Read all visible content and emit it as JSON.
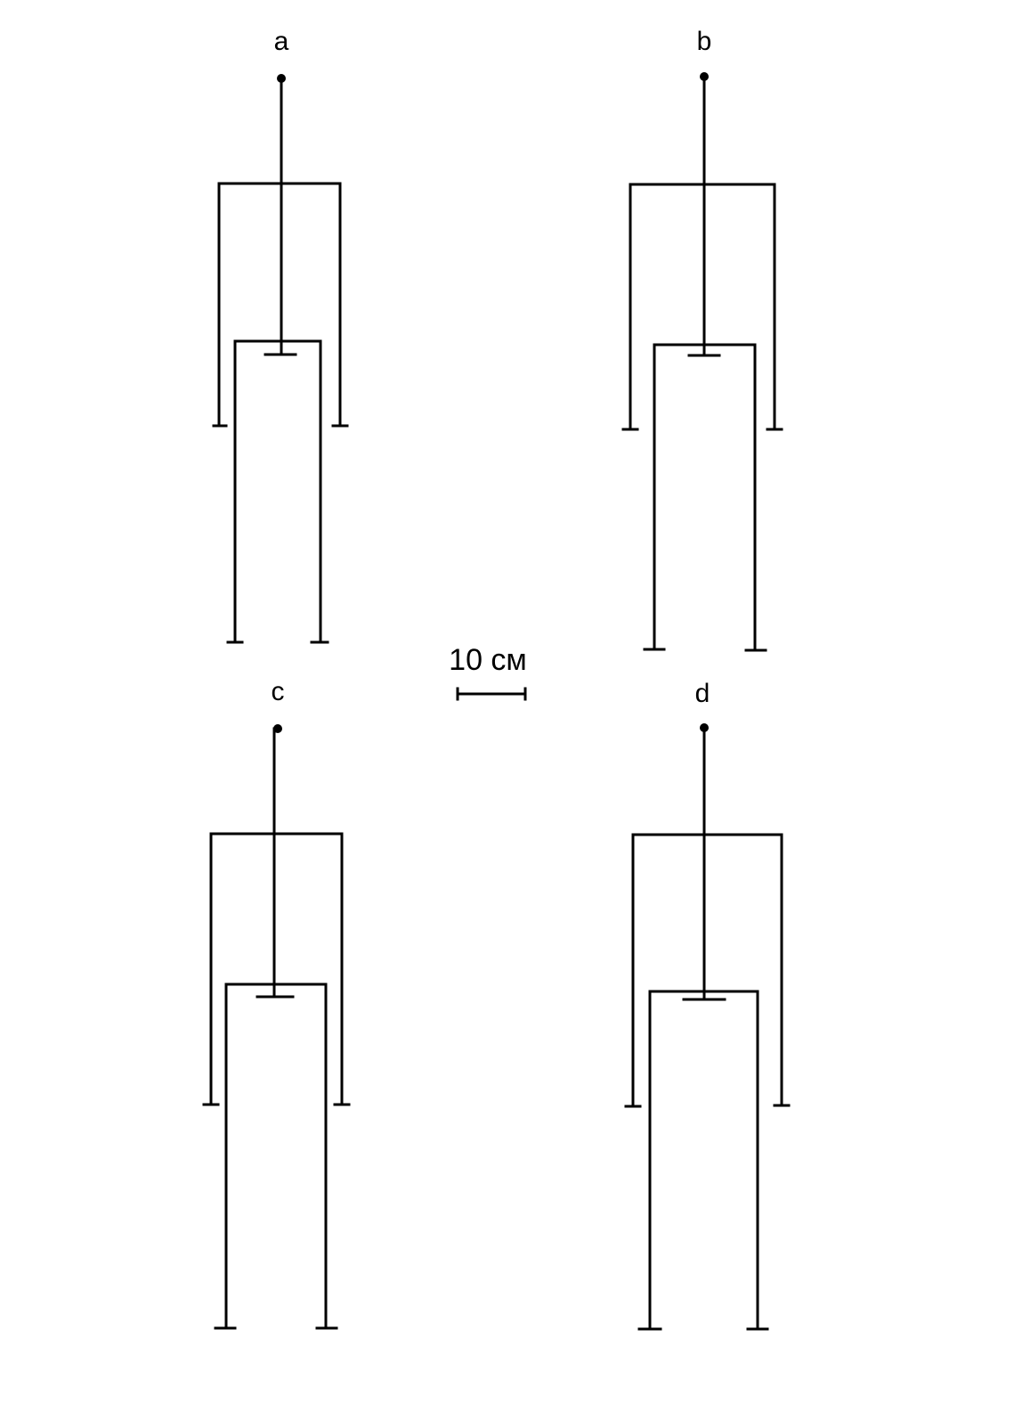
{
  "figures": [
    {
      "id": "a",
      "label": "a"
    },
    {
      "id": "b",
      "label": "b"
    },
    {
      "id": "c",
      "label": "c"
    },
    {
      "id": "d",
      "label": "d"
    }
  ],
  "scale_bar": {
    "label": "10 см"
  }
}
